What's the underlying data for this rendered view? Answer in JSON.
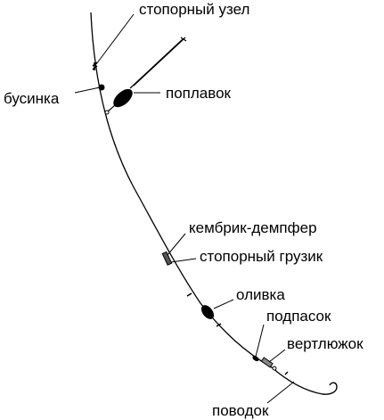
{
  "colors": {
    "line": "#000000",
    "background": "#ffffff"
  },
  "labels": {
    "stopper_knot": "стопорный узел",
    "bead": "бусинка",
    "float": "поплавок",
    "cambric_damper": "кембрик-демпфер",
    "stopper_sinker": "стопорный грузик",
    "olive": "оливка",
    "sub_sinker": "подпасок",
    "swivel": "вертлюжок",
    "leader": "поводок"
  }
}
